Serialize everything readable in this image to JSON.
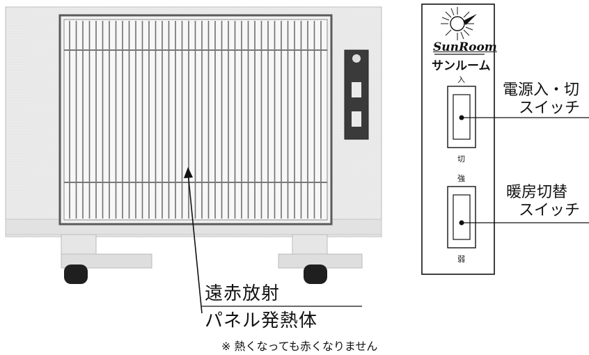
{
  "callouts": {
    "power_switch_line1": "電源入・切",
    "power_switch_line2": "スイッチ",
    "heat_switch_line1": "暖房切替",
    "heat_switch_line2": "スイッチ",
    "panel_line1": "遠赤放射",
    "panel_line2": "パネル発熱体",
    "note": "※ 熱くなっても赤くなりません"
  },
  "control_panel": {
    "brand_en": "SunRoom",
    "brand_ja": "サンルーム",
    "power_on_label": "入",
    "power_off_label": "切",
    "heat_strong_label": "強",
    "heat_weak_label": "弱"
  },
  "icons": [
    "sun-logo-icon",
    "rocker-switch-icon"
  ]
}
